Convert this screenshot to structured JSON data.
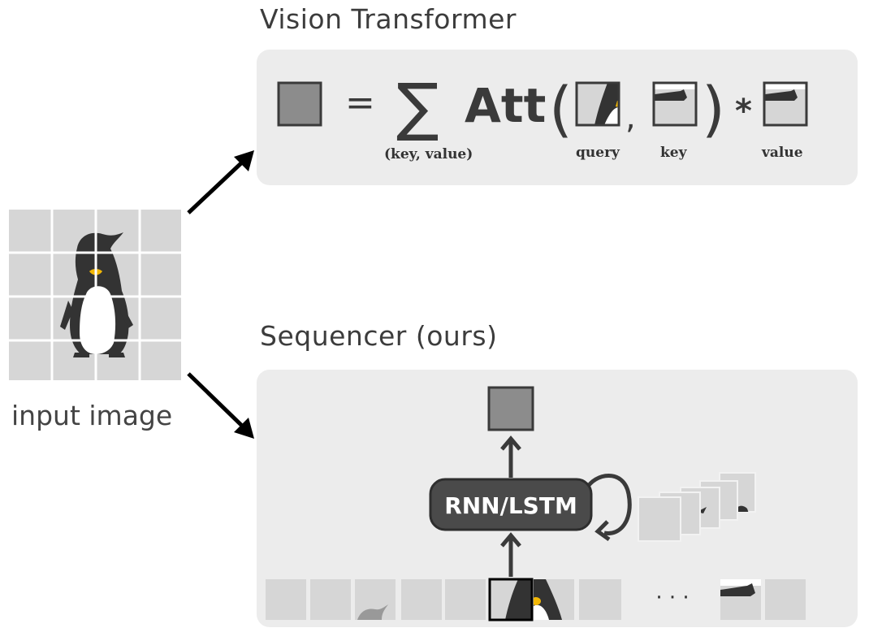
{
  "vit": {
    "title": "Vision Transformer",
    "equals": "=",
    "att": "Att",
    "comma": ",",
    "times": "*",
    "sum_label": "(key, value)",
    "query_label": "query",
    "key_label": "key",
    "value_label": "value"
  },
  "input": {
    "caption": "input image"
  },
  "seq": {
    "title": "Sequencer (ours)",
    "rnn_label": "RNN/LSTM",
    "ellipsis": "· · ·"
  },
  "colors": {
    "panel": "#ececec",
    "tile": "#d6d6d6",
    "output_patch": "#8c8c8c",
    "rnn_box": "#4a4a4a",
    "penguin": "#333333",
    "beak": "#f2b705"
  }
}
